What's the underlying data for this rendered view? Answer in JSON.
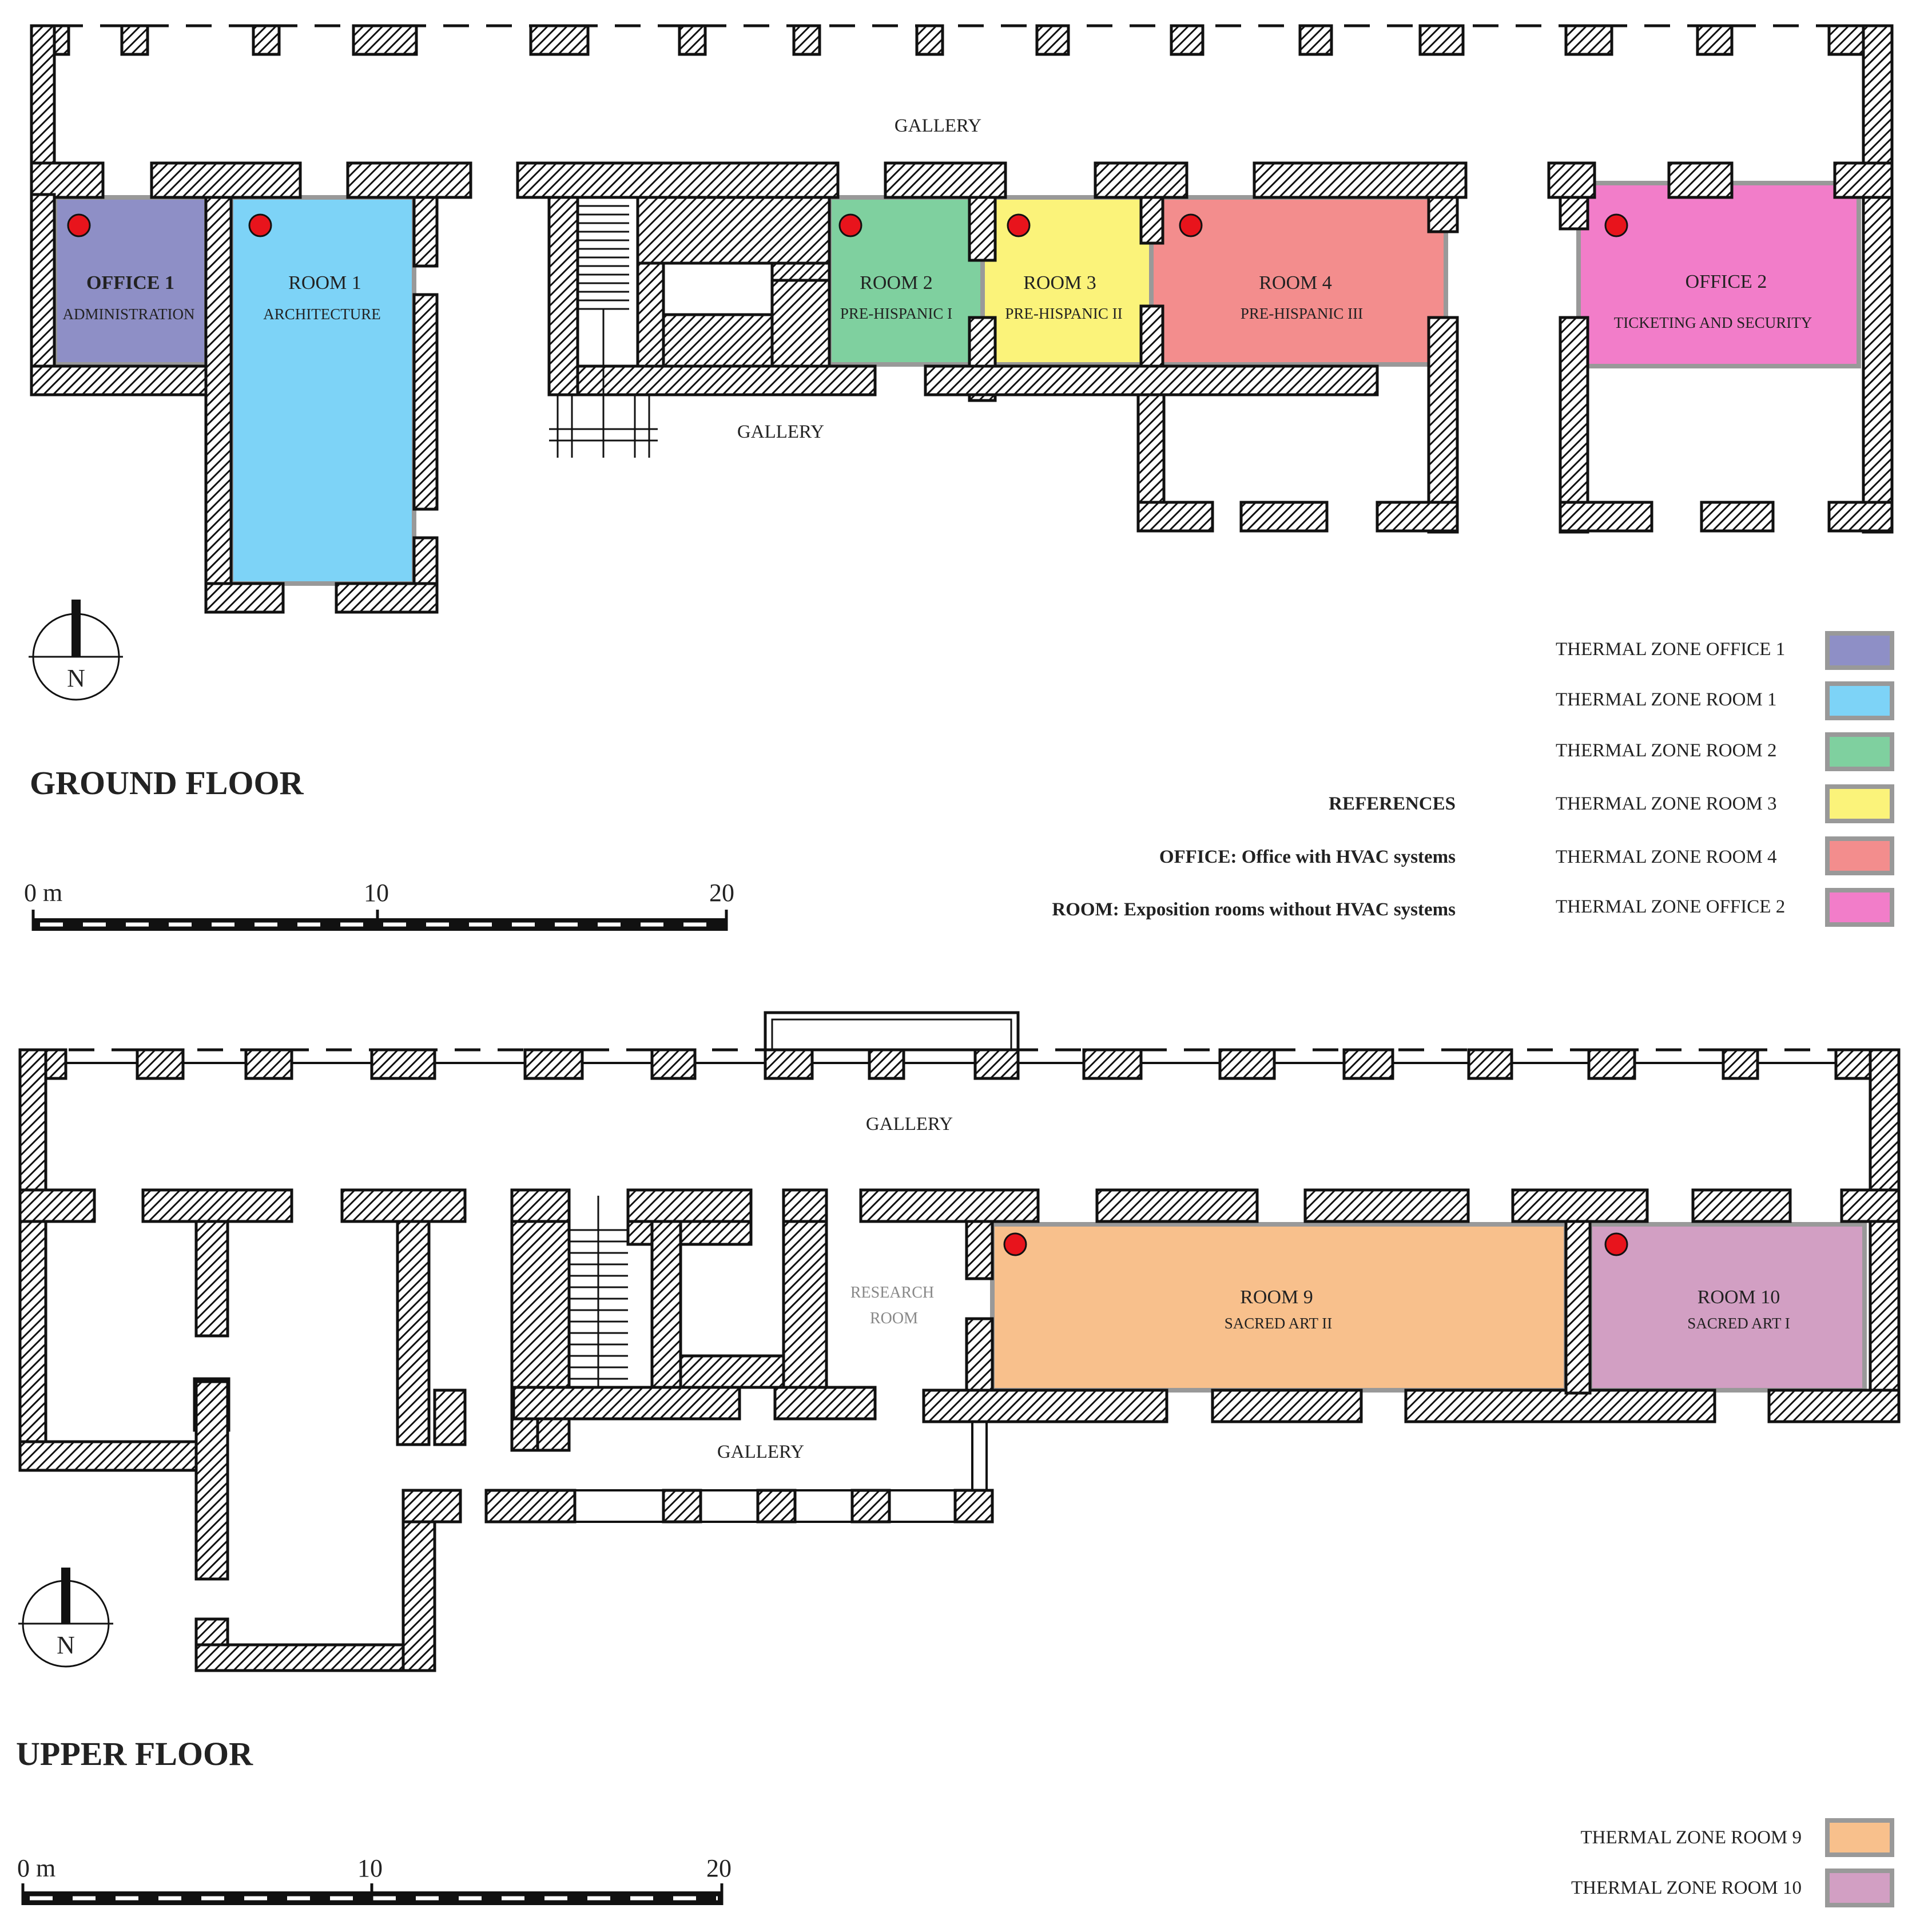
{
  "ground_floor": {
    "title": "GROUND FLOOR",
    "gallery_labels": [
      "GALLERY",
      "GALLERY"
    ],
    "zones": [
      {
        "name": "OFFICE 1",
        "use": "ADMINISTRATION",
        "color": "#8e8fc6"
      },
      {
        "name": "ROOM 1",
        "use": "ARCHITECTURE",
        "color": "#7dd3f7"
      },
      {
        "name": "ROOM 2",
        "use": "PRE-HISPANIC I",
        "color": "#7fd09f"
      },
      {
        "name": "ROOM 3",
        "use": "PRE-HISPANIC II",
        "color": "#fbf37a"
      },
      {
        "name": "ROOM 4",
        "use": "PRE-HISPANIC III",
        "color": "#f38d8d"
      },
      {
        "name": "OFFICE 2",
        "use": "TICKETING AND SECURITY",
        "color": "#f27dc9"
      }
    ],
    "compass": "N",
    "scale": {
      "start": "0 m",
      "mid": "10",
      "end": "20"
    }
  },
  "references": {
    "heading": "REFERENCES",
    "office": "OFFICE: Office with HVAC systems",
    "room": "ROOM: Exposition rooms without HVAC systems"
  },
  "legend_ground": [
    {
      "label": "THERMAL ZONE OFFICE 1",
      "color": "#8e8fc6"
    },
    {
      "label": "THERMAL ZONE ROOM 1",
      "color": "#7dd3f7"
    },
    {
      "label": "THERMAL ZONE ROOM 2",
      "color": "#7fd09f"
    },
    {
      "label": "THERMAL ZONE ROOM 3",
      "color": "#fbf37a"
    },
    {
      "label": "THERMAL ZONE ROOM 4",
      "color": "#f38d8d"
    },
    {
      "label": "THERMAL ZONE OFFICE 2",
      "color": "#f27dc9"
    }
  ],
  "upper_floor": {
    "title": "UPPER FLOOR",
    "gallery_labels": [
      "GALLERY",
      "GALLERY"
    ],
    "research_room": [
      "RESEARCH",
      "ROOM"
    ],
    "zones": [
      {
        "name": "ROOM 9",
        "use": "SACRED ART II",
        "color": "#f8c08c"
      },
      {
        "name": "ROOM 10",
        "use": "SACRED ART I",
        "color": "#d29fc3"
      }
    ],
    "compass": "N",
    "scale": {
      "start": "0 m",
      "mid": "10",
      "end": "20"
    }
  },
  "legend_upper": [
    {
      "label": "THERMAL ZONE ROOM 9",
      "color": "#f8c08c"
    },
    {
      "label": "THERMAL ZONE ROOM 10",
      "color": "#d29fc3"
    }
  ],
  "colors": {
    "sensor": "#e8141c",
    "wall_line": "#111111",
    "zone_border": "#999999"
  }
}
